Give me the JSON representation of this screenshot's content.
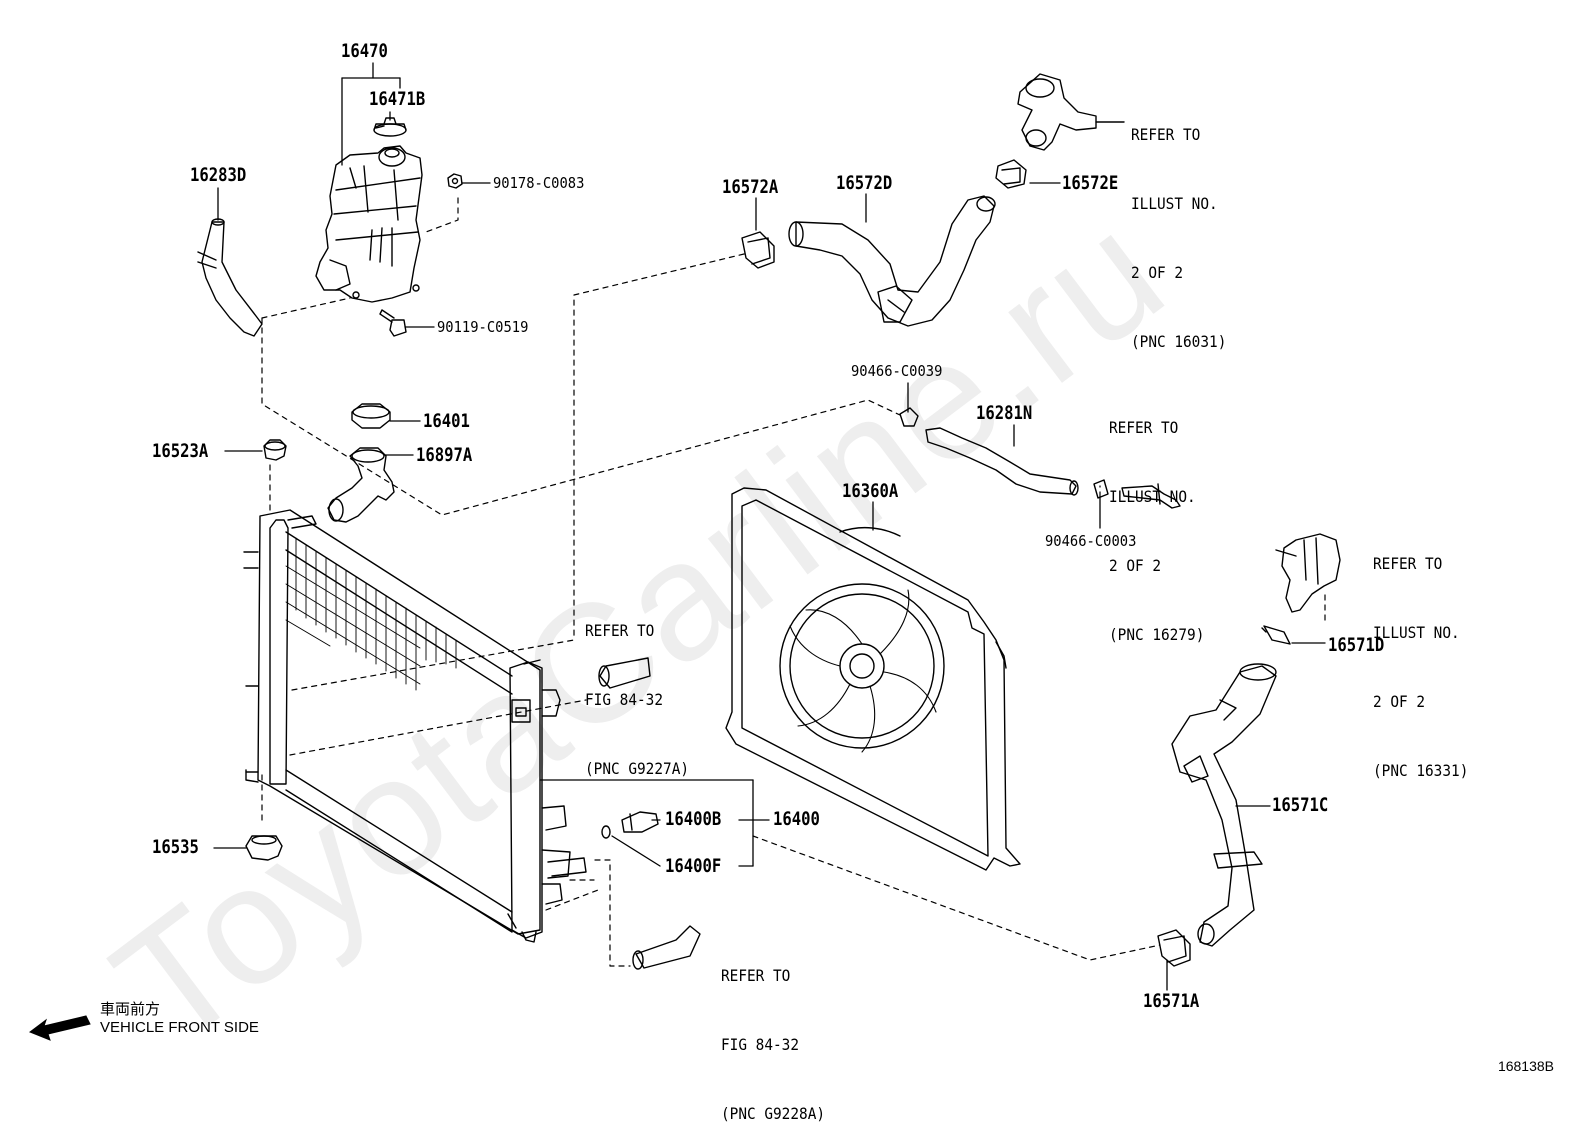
{
  "labels": {
    "p16470": "16470",
    "p16471B": "16471B",
    "p16283D": "16283D",
    "p90178": "90178-C0083",
    "p90119": "90119-C0519",
    "p16572A": "16572A",
    "p16572D": "16572D",
    "p16572E": "16572E",
    "p16401": "16401",
    "p16897A": "16897A",
    "p16523A": "16523A",
    "p90466_39": "90466-C0039",
    "p16281N": "16281N",
    "p90466_03": "90466-C0003",
    "p16360A": "16360A",
    "p16571D": "16571D",
    "p16571C": "16571C",
    "p16400B": "16400B",
    "p16400": "16400",
    "p16400F": "16400F",
    "p16535": "16535",
    "p16571A": "16571A"
  },
  "refs": {
    "r16031": [
      "REFER TO",
      "ILLUST NO.",
      "2 OF 2",
      "(PNC 16031)"
    ],
    "r16279": [
      "REFER TO",
      "ILLUST NO.",
      "2 OF 2",
      "(PNC 16279)"
    ],
    "r16331": [
      "REFER TO",
      "ILLUST NO.",
      "2 OF 2",
      "(PNC 16331)"
    ],
    "rG9227A": [
      "REFER TO",
      "FIG 84-32",
      "(PNC G9227A)"
    ],
    "rG9228A": [
      "REFER TO",
      "FIG 84-32",
      "(PNC G9228A)"
    ]
  },
  "footer": {
    "jp": "車両前方",
    "en": "VEHICLE FRONT SIDE",
    "code": "168138B"
  },
  "watermark": "ToyotaCarline.ru",
  "colors": {
    "line": "#000000",
    "watermark": "#eeeeee"
  }
}
